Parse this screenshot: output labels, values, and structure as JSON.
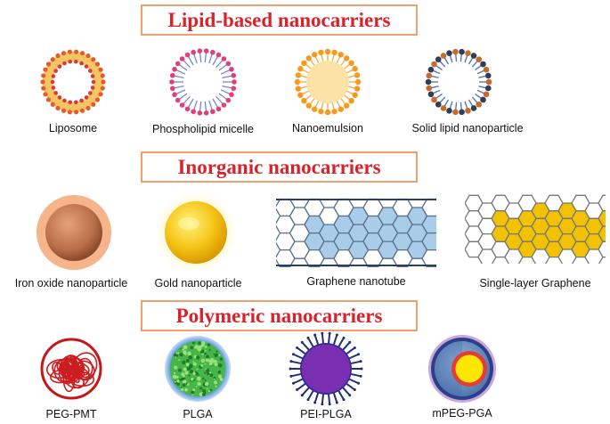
{
  "sections": [
    {
      "title": "Lipid-based nanocarriers",
      "items": [
        {
          "label": "Liposome",
          "icon": "liposome-icon"
        },
        {
          "label": "Phospholipid micelle",
          "icon": "phospholipid-micelle-icon"
        },
        {
          "label": "Nanoemulsion",
          "icon": "nanoemulsion-icon"
        },
        {
          "label": "Solid lipid nanoparticle",
          "icon": "solid-lipid-nanoparticle-icon"
        }
      ]
    },
    {
      "title": "Inorganic nanocarriers",
      "items": [
        {
          "label": "Iron oxide nanoparticle",
          "icon": "iron-oxide-nanoparticle-icon"
        },
        {
          "label": "Gold nanoparticle",
          "icon": "gold-nanoparticle-icon"
        },
        {
          "label": "Graphene nanotube",
          "icon": "graphene-nanotube-icon"
        },
        {
          "label": "Single-layer Graphene",
          "icon": "single-layer-graphene-icon"
        }
      ]
    },
    {
      "title": "Polymeric nanocarriers",
      "items": [
        {
          "label": "PEG-PMT",
          "icon": "peg-pmt-icon"
        },
        {
          "label": "PLGA",
          "icon": "plga-icon"
        },
        {
          "label": "PEI-PLGA",
          "icon": "pei-plga-icon"
        },
        {
          "label": "mPEG-PGA",
          "icon": "mpeg-pga-icon"
        }
      ]
    }
  ],
  "colors": {
    "title_text": "#d8232a",
    "title_border": "#f0a070",
    "lipid_head_orange": "#e98b2a",
    "lipid_head_red": "#d83a3a",
    "micelle_head_pink": "#e0407a",
    "micelle_tail_blue": "#6a7fd0",
    "sln_head_dark": "#2d3e5a",
    "iron_oxide": "#c07850",
    "gold": "#f5c518",
    "graphene_blue": "#a9cce8",
    "graphene_yellow": "#f2c200",
    "peg_red": "#cc1e1e",
    "plga_green": "#3cb043",
    "pei_purple": "#6a1b9a",
    "mpeg_blue": "#4a78b5"
  }
}
